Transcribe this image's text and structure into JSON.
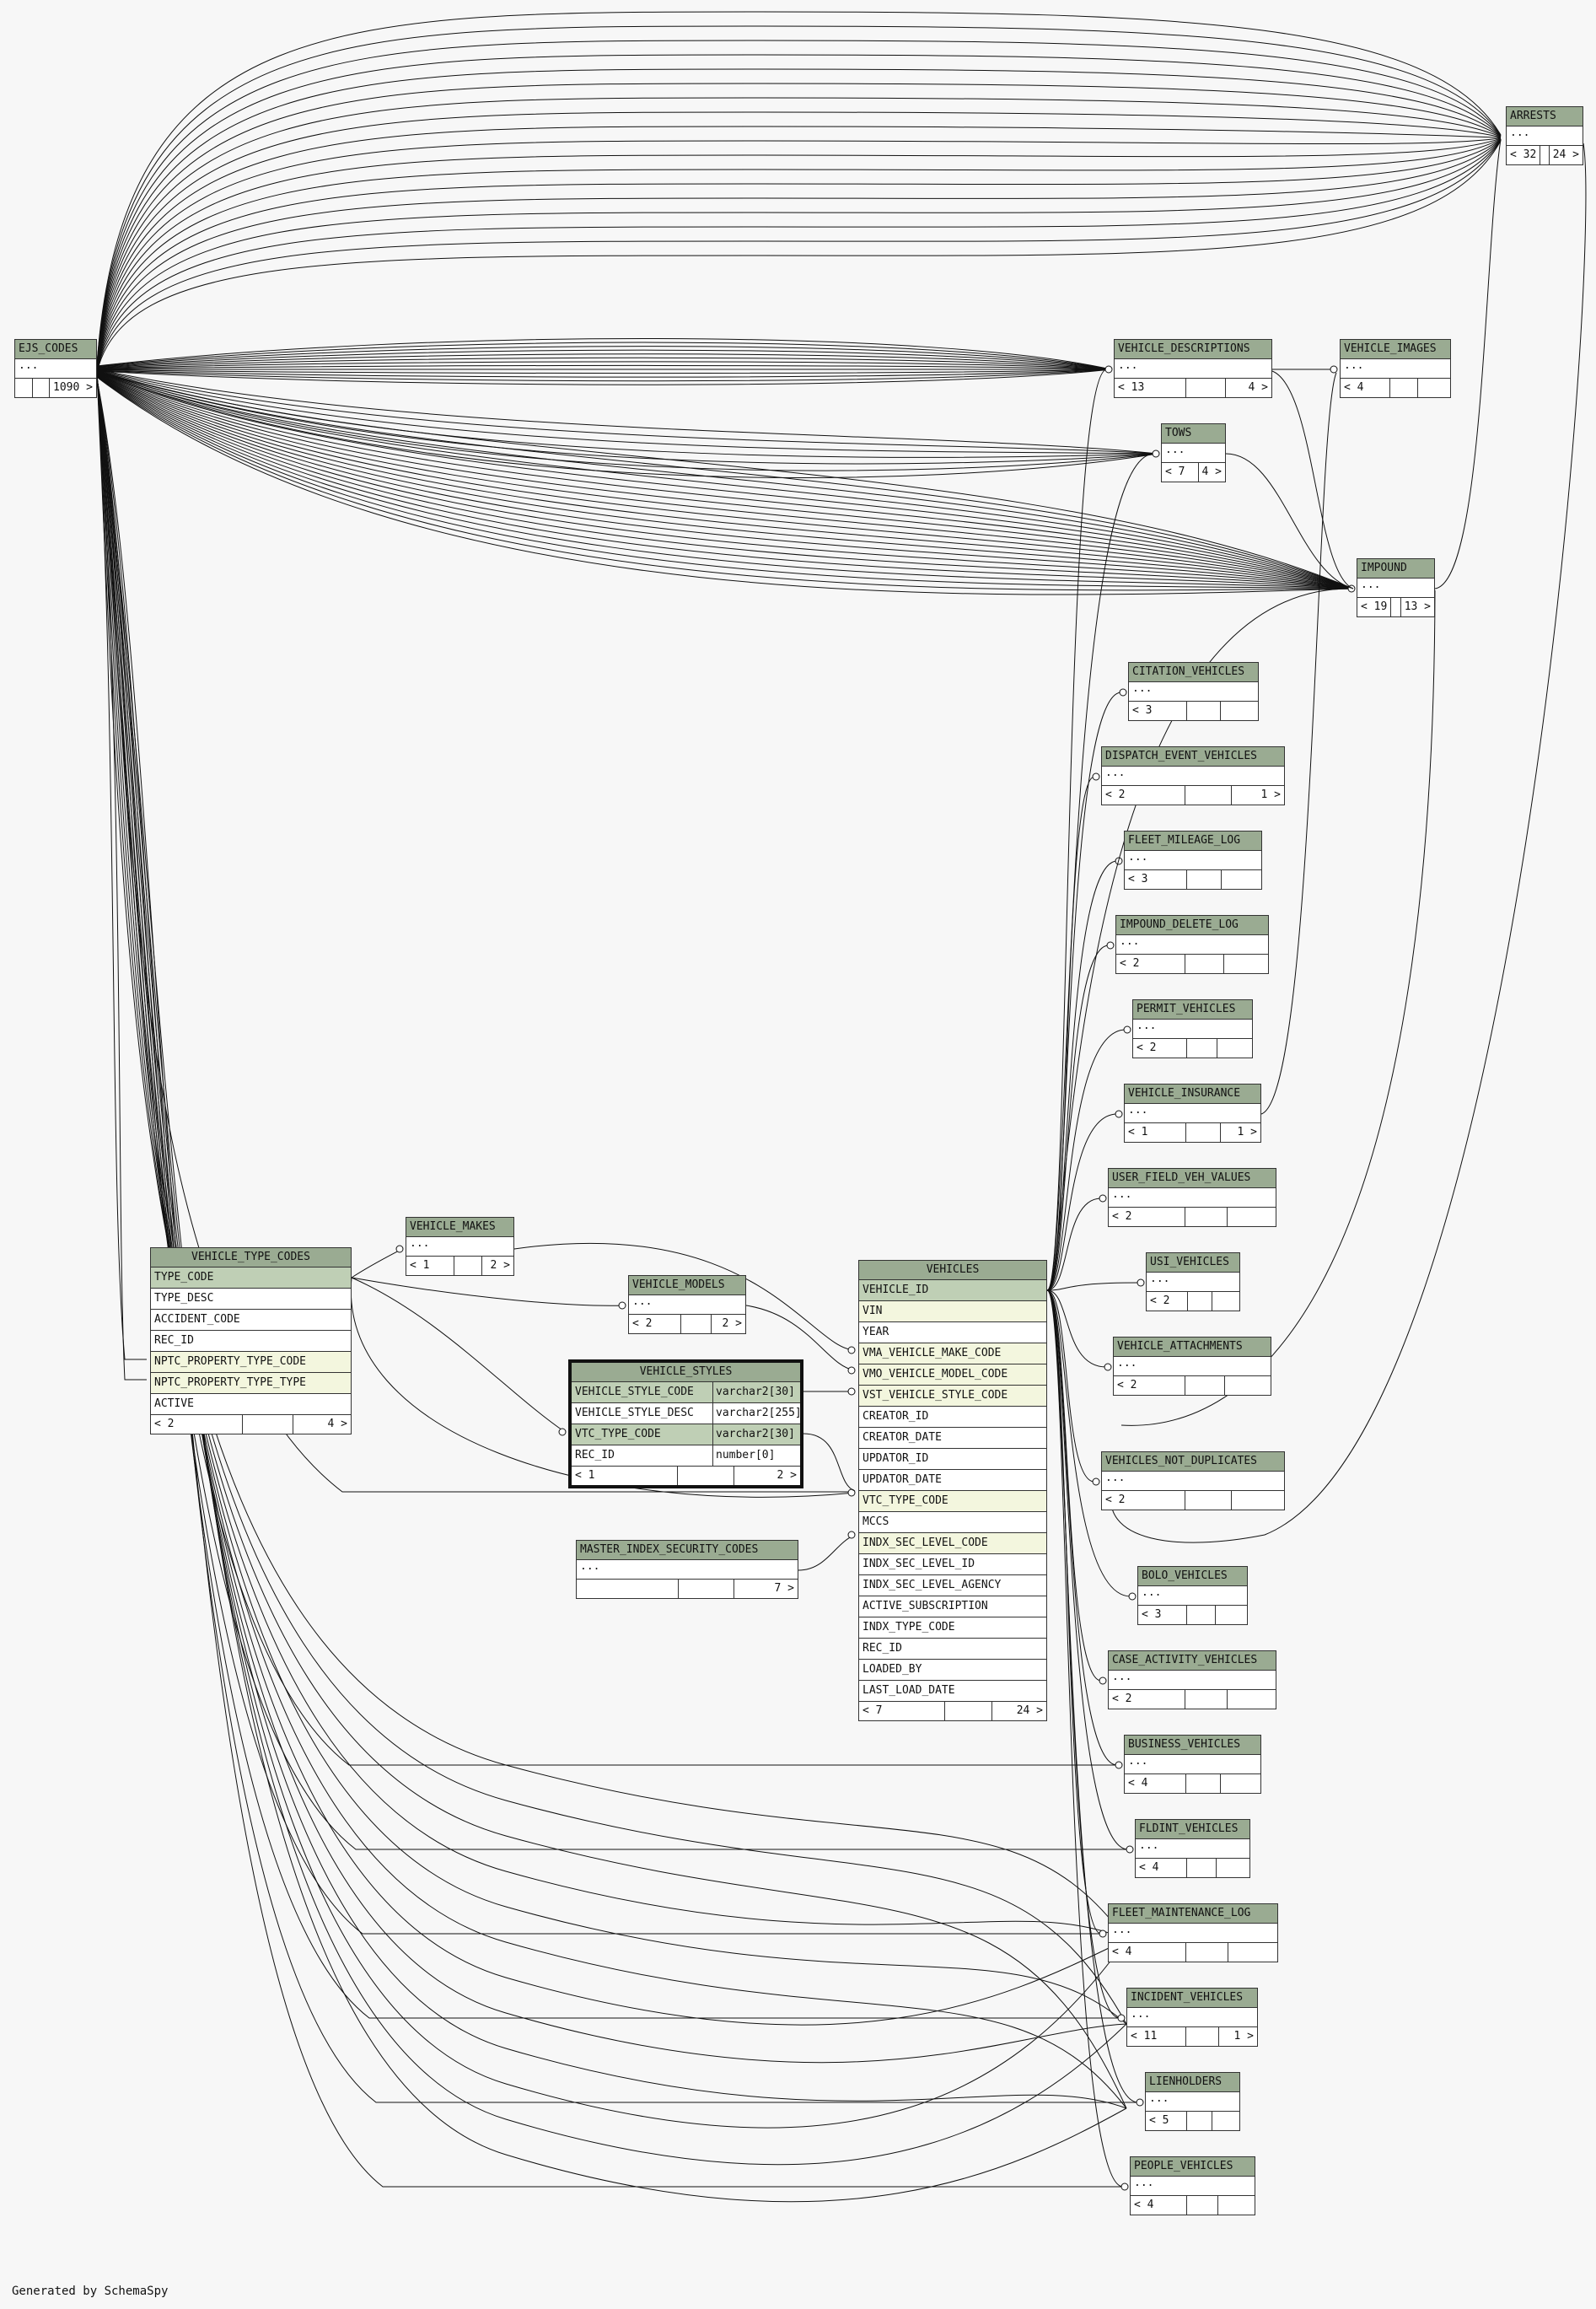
{
  "footer": "Generated by SchemaSpy",
  "colors": {
    "header": "#9aab92",
    "primary_key": "#bfcfb5",
    "foreign_key": "#f3f6de",
    "background": "#f7f7f7"
  },
  "tables": {
    "arrests": {
      "name": "ARRESTS",
      "ellipsis": "...",
      "parents": "< 32",
      "children": "24 >"
    },
    "ejs_codes": {
      "name": "EJS_CODES",
      "ellipsis": "...",
      "parents": "",
      "children": "1090 >"
    },
    "vehicle_descriptions": {
      "name": "VEHICLE_DESCRIPTIONS",
      "ellipsis": "...",
      "parents": "< 13",
      "children": "4 >"
    },
    "vehicle_images": {
      "name": "VEHICLE_IMAGES",
      "ellipsis": "...",
      "parents": "< 4",
      "children": ""
    },
    "tows": {
      "name": "TOWS",
      "ellipsis": "...",
      "parents": "< 7",
      "children": "4 >"
    },
    "impound": {
      "name": "IMPOUND",
      "ellipsis": "...",
      "parents": "< 19",
      "children": "13 >"
    },
    "citation_vehicles": {
      "name": "CITATION_VEHICLES",
      "ellipsis": "...",
      "parents": "< 3",
      "children": ""
    },
    "dispatch_event_vehicles": {
      "name": "DISPATCH_EVENT_VEHICLES",
      "ellipsis": "...",
      "parents": "< 2",
      "children": "1 >"
    },
    "fleet_mileage_log": {
      "name": "FLEET_MILEAGE_LOG",
      "ellipsis": "...",
      "parents": "< 3",
      "children": ""
    },
    "impound_delete_log": {
      "name": "IMPOUND_DELETE_LOG",
      "ellipsis": "...",
      "parents": "< 2",
      "children": ""
    },
    "permit_vehicles": {
      "name": "PERMIT_VEHICLES",
      "ellipsis": "...",
      "parents": "< 2",
      "children": ""
    },
    "vehicle_insurance": {
      "name": "VEHICLE_INSURANCE",
      "ellipsis": "...",
      "parents": "< 1",
      "children": "1 >"
    },
    "user_field_veh_values": {
      "name": "USER_FIELD_VEH_VALUES",
      "ellipsis": "...",
      "parents": "< 2",
      "children": ""
    },
    "usi_vehicles": {
      "name": "USI_VEHICLES",
      "ellipsis": "...",
      "parents": "< 2",
      "children": ""
    },
    "vehicle_attachments": {
      "name": "VEHICLE_ATTACHMENTS",
      "ellipsis": "...",
      "parents": "< 2",
      "children": ""
    },
    "vehicles_not_duplicates": {
      "name": "VEHICLES_NOT_DUPLICATES",
      "ellipsis": "...",
      "parents": "< 2",
      "children": ""
    },
    "bolo_vehicles": {
      "name": "BOLO_VEHICLES",
      "ellipsis": "...",
      "parents": "< 3",
      "children": ""
    },
    "case_activity_vehicles": {
      "name": "CASE_ACTIVITY_VEHICLES",
      "ellipsis": "...",
      "parents": "< 2",
      "children": ""
    },
    "business_vehicles": {
      "name": "BUSINESS_VEHICLES",
      "ellipsis": "...",
      "parents": "< 4",
      "children": ""
    },
    "fldint_vehicles": {
      "name": "FLDINT_VEHICLES",
      "ellipsis": "...",
      "parents": "< 4",
      "children": ""
    },
    "fleet_maintenance_log": {
      "name": "FLEET_MAINTENANCE_LOG",
      "ellipsis": "...",
      "parents": "< 4",
      "children": ""
    },
    "incident_vehicles": {
      "name": "INCIDENT_VEHICLES",
      "ellipsis": "...",
      "parents": "< 11",
      "children": "1 >"
    },
    "lienholders": {
      "name": "LIENHOLDERS",
      "ellipsis": "...",
      "parents": "< 5",
      "children": ""
    },
    "people_vehicles": {
      "name": "PEOPLE_VEHICLES",
      "ellipsis": "...",
      "parents": "< 4",
      "children": ""
    },
    "vehicle_makes": {
      "name": "VEHICLE_MAKES",
      "ellipsis": "...",
      "parents": "< 1",
      "children": "2 >"
    },
    "vehicle_models": {
      "name": "VEHICLE_MODELS",
      "ellipsis": "...",
      "parents": "< 2",
      "children": "2 >"
    },
    "master_index_security_codes": {
      "name": "MASTER_INDEX_SECURITY_CODES",
      "ellipsis": "...",
      "parents": "",
      "children": "7 >"
    },
    "vehicle_type_codes": {
      "name": "VEHICLE_TYPE_CODES",
      "columns": [
        "TYPE_CODE",
        "TYPE_DESC",
        "ACCIDENT_CODE",
        "REC_ID",
        "NPTC_PROPERTY_TYPE_CODE",
        "NPTC_PROPERTY_TYPE_TYPE",
        "ACTIVE"
      ],
      "parents": "< 2",
      "children": "4 >"
    },
    "vehicle_styles": {
      "name": "VEHICLE_STYLES",
      "columns": [
        "VEHICLE_STYLE_CODE",
        "VEHICLE_STYLE_DESC",
        "VTC_TYPE_CODE",
        "REC_ID"
      ],
      "types": [
        "varchar2[30]",
        "varchar2[255]",
        "varchar2[30]",
        "number[0]"
      ],
      "parents": "< 1",
      "children": "2 >"
    },
    "vehicles": {
      "name": "VEHICLES",
      "columns": [
        "VEHICLE_ID",
        "VIN",
        "YEAR",
        "VMA_VEHICLE_MAKE_CODE",
        "VMO_VEHICLE_MODEL_CODE",
        "VST_VEHICLE_STYLE_CODE",
        "CREATOR_ID",
        "CREATOR_DATE",
        "UPDATOR_ID",
        "UPDATOR_DATE",
        "VTC_TYPE_CODE",
        "MCCS",
        "INDX_SEC_LEVEL_CODE",
        "INDX_SEC_LEVEL_ID",
        "INDX_SEC_LEVEL_AGENCY",
        "ACTIVE_SUBSCRIPTION",
        "INDX_TYPE_CODE",
        "REC_ID",
        "LOADED_BY",
        "LAST_LOAD_DATE"
      ],
      "parents": "< 7",
      "children": "24 >"
    }
  }
}
